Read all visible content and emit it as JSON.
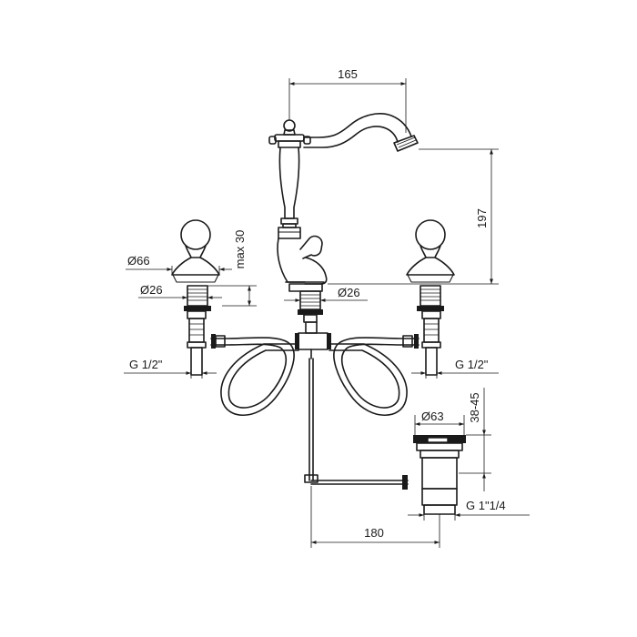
{
  "dimensions": {
    "spout_reach": "165",
    "spout_height": "197",
    "handle_diameter": "Ø66",
    "max_thickness": "max 30",
    "handle_shank_diameter": "Ø26",
    "spout_shank_diameter": "Ø26",
    "inlet_thread_left": "G 1/2\"",
    "inlet_thread_right": "G 1/2\"",
    "drain_range": "38-45",
    "drain_diameter": "Ø63",
    "drain_thread": "G 1\"1/4",
    "drain_distance": "180"
  }
}
